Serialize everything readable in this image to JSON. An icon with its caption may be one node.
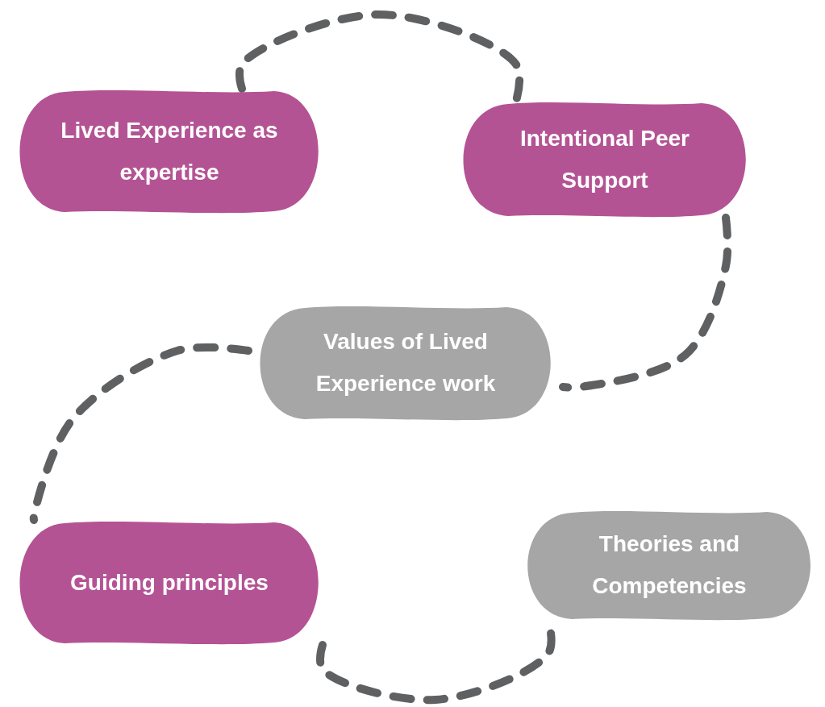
{
  "diagram": {
    "nodes": [
      {
        "text": [
          "Lived Experience as expertise"
        ]
      },
      {
        "text": [
          "Intentional Peer Support"
        ]
      },
      {
        "text": [
          "Values of Lived Experience work"
        ]
      },
      {
        "text": [
          "Guiding principles"
        ]
      },
      {
        "text": [
          "Theories and Competencies"
        ]
      }
    ],
    "edges": [
      {
        "from": 0,
        "to": 1,
        "arrow": "none",
        "style": "dashed"
      },
      {
        "from": 1,
        "to": 2,
        "arrow": "none",
        "style": "dashed"
      },
      {
        "from": 2,
        "to": 3,
        "arrow": "none",
        "style": "dashed"
      },
      {
        "from": 3,
        "to": 4,
        "arrow": "none",
        "style": "dashed"
      }
    ]
  }
}
